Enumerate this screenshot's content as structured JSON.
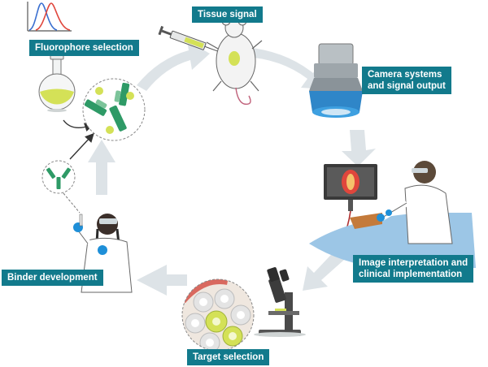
{
  "labels": {
    "fluorophore_selection": "Fluorophore selection",
    "tissue_signal": "Tissue signal",
    "camera_systems_line1": "Camera systems",
    "camera_systems_line2": "and signal output",
    "image_interpretation_line1": "Image interpretation and",
    "image_interpretation_line2": "clinical implementation",
    "target_selection": "Target selection",
    "binder_development": "Binder development"
  },
  "colors": {
    "label_bg": "#127a8c",
    "cycle_arrow": "#d7dde1",
    "antibody_green": "#2e9a66",
    "fluorophore_yellow": "#d4e157",
    "glove_blue": "#1e8fd8",
    "camera_blue": "#2f86c8",
    "spectrum_blue": "#3a6fd0",
    "spectrum_red": "#e0463c"
  },
  "icons": [
    "emission-spectrum-icon",
    "flask-icon",
    "antibody-icon",
    "syringe-icon",
    "mouse-icon",
    "camera-icon",
    "monitor-icon",
    "surgeon-icon",
    "microscope-icon",
    "tissue-cells-icon",
    "scientist-icon"
  ]
}
